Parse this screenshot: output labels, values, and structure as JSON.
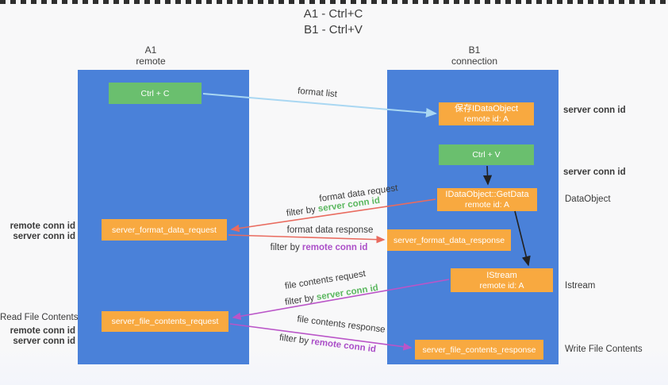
{
  "title": {
    "line1": "A1 - Ctrl+C",
    "line2": "B1 - Ctrl+V"
  },
  "lifelines": {
    "left": {
      "name": "A1",
      "role": "remote"
    },
    "right": {
      "name": "B1",
      "role": "connection"
    }
  },
  "nodes": {
    "ctrl_c": {
      "label": "Ctrl + C"
    },
    "ctrl_v": {
      "label": "Ctrl + V"
    },
    "save_dataobject": {
      "line1": "保存IDataObject",
      "line2": "remote id: A"
    },
    "getdata": {
      "line1": "IDataObject::GetData",
      "line2": "remote id: A"
    },
    "istream": {
      "line1": "IStream",
      "line2": "remote id: A"
    },
    "format_request": {
      "label": "server_format_data_request"
    },
    "format_response": {
      "label": "server_format_data_response"
    },
    "file_request": {
      "label": "server_file_contents_request"
    },
    "file_response": {
      "label": "server_file_contents_response"
    }
  },
  "annotations": {
    "right": {
      "server_conn_top": "server conn id",
      "server_conn_mid": "server conn id",
      "dataobject": "DataObject",
      "istream": "Istream",
      "write_file": "Write File Contents"
    },
    "left": {
      "remote_conn_mid": "remote conn id",
      "server_conn_mid": "server conn id",
      "read_file": "Read File Contents",
      "remote_conn_bottom": "remote conn id",
      "server_conn_bottom": "server conn id"
    }
  },
  "arrows": {
    "format_list": {
      "label": "format list"
    },
    "format_request": {
      "label": "format data request",
      "filter_prefix": "filter by ",
      "filter_key": "server conn id"
    },
    "format_response": {
      "label": "format data response",
      "filter_prefix": "filter by ",
      "filter_key": "remote conn id"
    },
    "file_request": {
      "label": "file contents request",
      "filter_prefix": "filter by ",
      "filter_key": "server conn id"
    },
    "file_response": {
      "label": "file contents response",
      "filter_prefix": "filter by ",
      "filter_key": "remote conn id"
    }
  },
  "colors": {
    "lifeline_blue": "#4a81d9",
    "box_green": "#6abf6e",
    "box_orange": "#f8a940",
    "text_green": "#5cb860",
    "text_purple": "#ab4fc8",
    "arrow_red": "#e96b5f",
    "arrow_purple": "#ba55c8",
    "arrow_blue": "#a9d7f2",
    "arrow_black": "#222222"
  }
}
